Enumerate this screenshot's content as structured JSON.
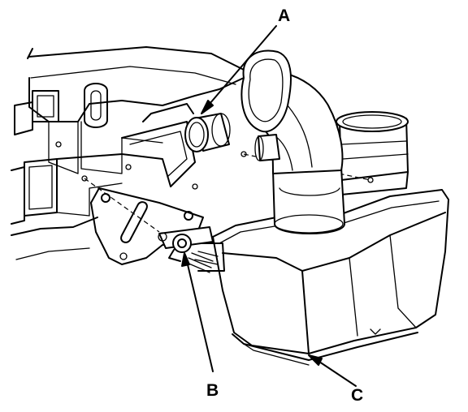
{
  "callouts": {
    "a": "A",
    "b": "B",
    "c": "C"
  },
  "colors": {
    "line": "#000000",
    "background": "#ffffff"
  }
}
